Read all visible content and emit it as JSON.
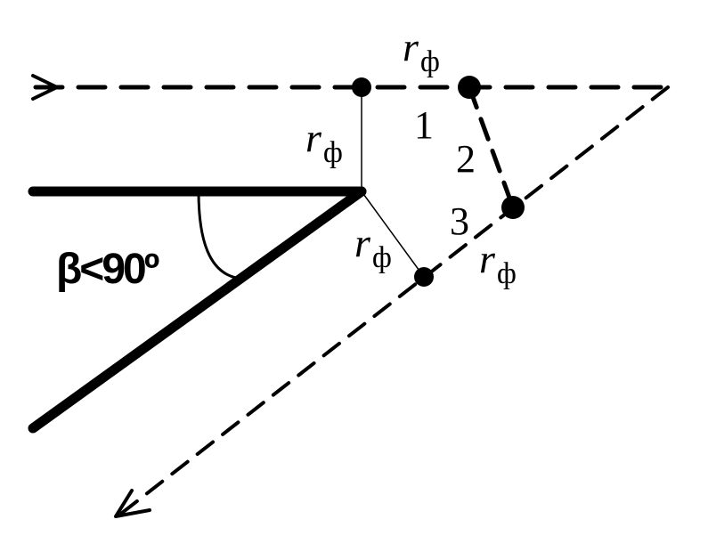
{
  "labels": {
    "radius_symbol": "r",
    "radius_subscript": "ф",
    "point_1": "1",
    "point_2": "2",
    "point_3": "3",
    "angle": "β<90º"
  },
  "colors": {
    "ink": "#000000",
    "background": "#ffffff"
  }
}
